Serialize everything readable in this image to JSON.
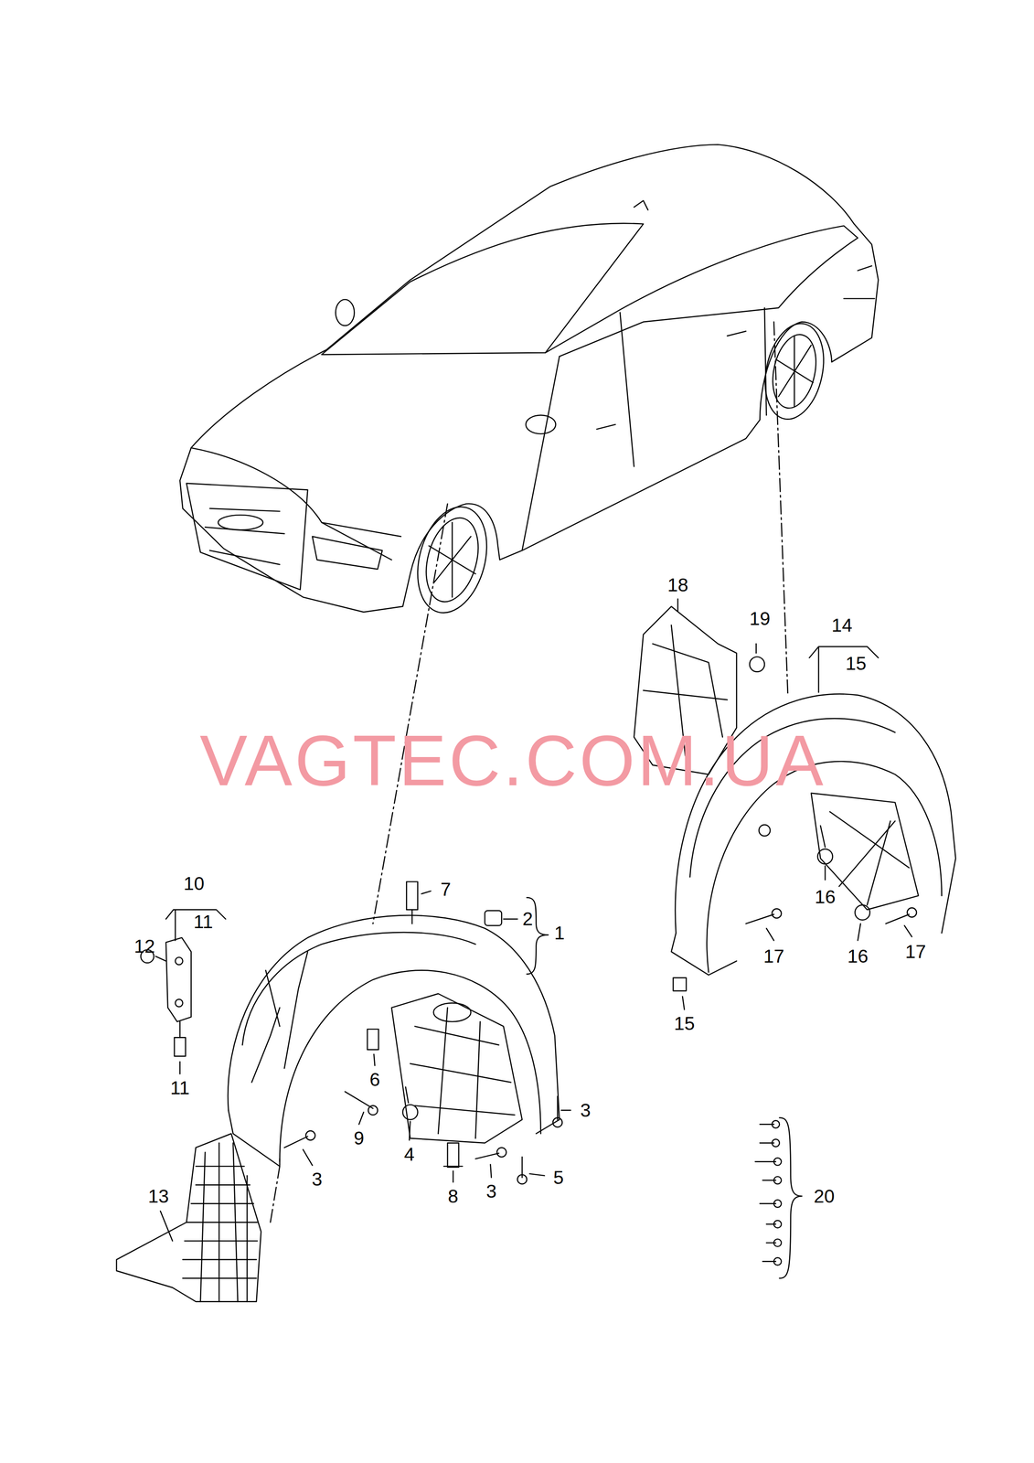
{
  "diagram": {
    "labels": [
      "VAGTEC.COM.UA",
      "18",
      "19",
      "14",
      "15",
      "10",
      "11",
      "7",
      "2",
      "1",
      "12",
      "16",
      "16",
      "17",
      "17",
      "15",
      "6",
      "11",
      "3",
      "9",
      "4",
      "3",
      "5",
      "3",
      "8",
      "13",
      "20"
    ]
  }
}
